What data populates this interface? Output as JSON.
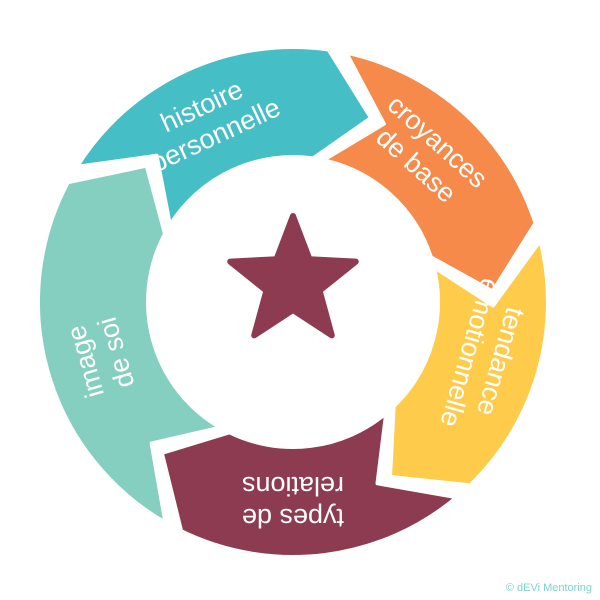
{
  "diagram": {
    "segments": [
      {
        "id": "histoire",
        "color": "#46BEC6",
        "lines": [
          "histoire",
          "personnelle"
        ]
      },
      {
        "id": "croyances",
        "color": "#F58A4B",
        "lines": [
          "croyances",
          "de base"
        ]
      },
      {
        "id": "tendance",
        "color": "#FECB4B",
        "lines": [
          "tendance",
          "émotionnelle"
        ]
      },
      {
        "id": "types",
        "color": "#8D3B51",
        "lines": [
          "types de",
          "relations"
        ]
      },
      {
        "id": "image",
        "color": "#85CFC1",
        "lines": [
          "image",
          "de soi"
        ]
      }
    ],
    "center_icon": "star-icon",
    "center_color": "#8D3B51"
  },
  "footer": {
    "credit": "© dEVi Mentoring",
    "credit_color": "#7DD4CC"
  }
}
